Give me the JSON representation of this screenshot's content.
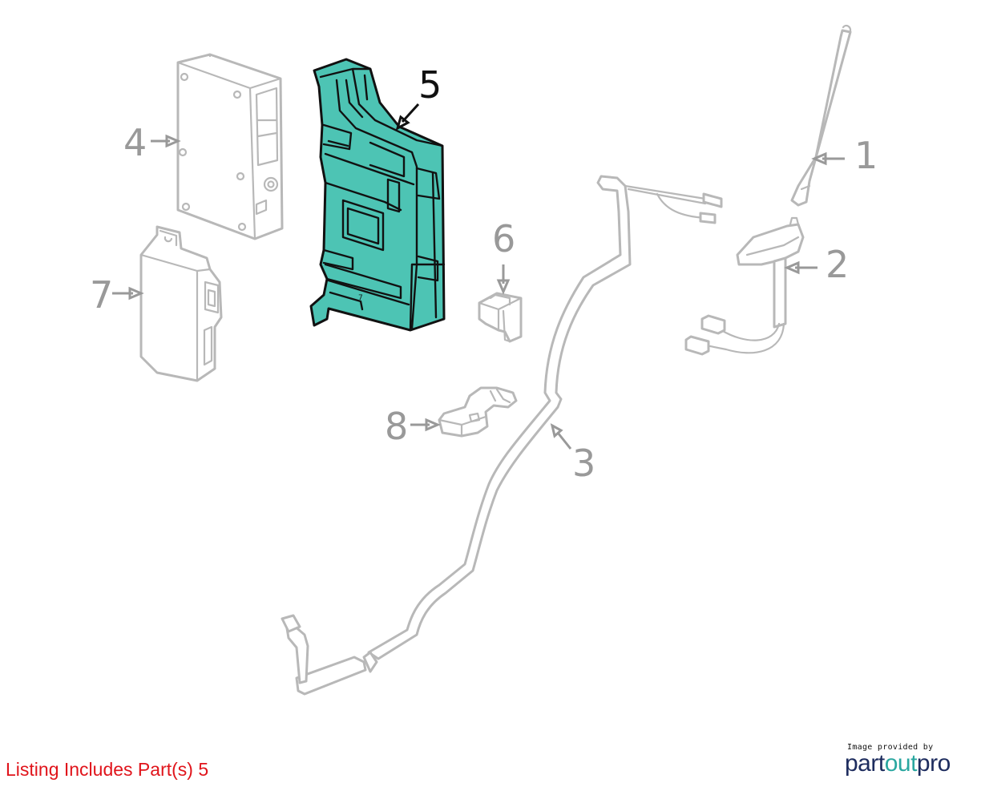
{
  "diagram": {
    "callouts": [
      {
        "label": "1"
      },
      {
        "label": "2"
      },
      {
        "label": "3"
      },
      {
        "label": "4"
      },
      {
        "label": "5"
      },
      {
        "label": "6"
      },
      {
        "label": "7"
      },
      {
        "label": "8"
      }
    ],
    "highlighted_part": "5",
    "highlight_color": "#4dc4b4",
    "part_marking": "7"
  },
  "listing_note": "Listing Includes Part(s) 5",
  "credit": {
    "small_text": "Image provided by",
    "logo_part1": "part",
    "logo_part2": "out",
    "logo_part3": "pro",
    "logo_color": "#1d2c5e",
    "accent_color": "#2aa7a0"
  }
}
